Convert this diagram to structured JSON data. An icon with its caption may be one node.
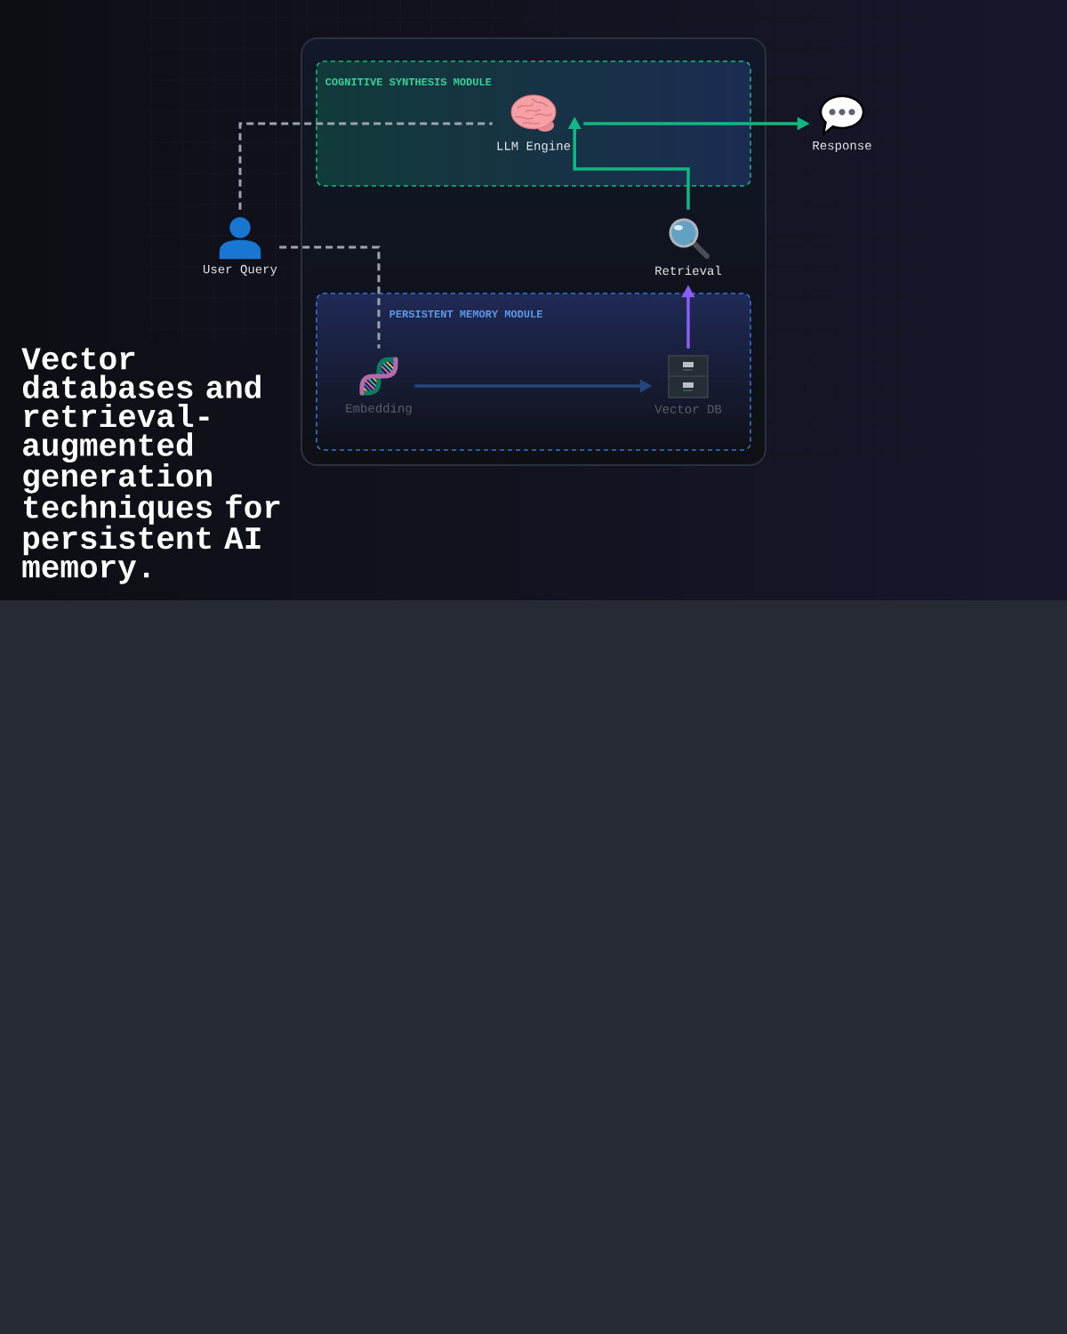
{
  "diagram": {
    "title": "Vector databases and retrieval-augmented generation techniques for persistent AI memory.",
    "nodes": [
      {
        "text": [],
        "shape": "box"
      },
      {
        "text": [
          "COGNITIVE SYNTHESIS MODULE"
        ],
        "in": 0
      },
      {
        "text": [
          "LLM Engine"
        ],
        "in": 1
      },
      {
        "text": [
          "Response"
        ]
      },
      {
        "text": [
          "User Query"
        ]
      },
      {
        "text": [
          "Retrieval"
        ],
        "in": 0
      },
      {
        "text": [
          "PERSISTENT MEMORY MODULE"
        ],
        "in": 0
      },
      {
        "text": [
          "Embedding"
        ],
        "in": 6
      },
      {
        "text": [
          "Vector DB"
        ],
        "in": 6
      }
    ],
    "edges": [
      {
        "from": 4,
        "to": 2,
        "arrow": "none",
        "style": "dashed",
        "color": "#9ca3af"
      },
      {
        "from": 4,
        "to": 7,
        "arrow": "none",
        "style": "dashed",
        "color": "#9ca3af"
      },
      {
        "from": 2,
        "to": 3,
        "arrow": "to",
        "color": "#10b981"
      },
      {
        "from": 5,
        "to": 2,
        "arrow": "to",
        "color": "#10b981"
      },
      {
        "from": 8,
        "to": 5,
        "arrow": "to",
        "color": "#8b5cf6"
      },
      {
        "from": 7,
        "to": 8,
        "arrow": "to",
        "color": "#25457f"
      }
    ]
  }
}
